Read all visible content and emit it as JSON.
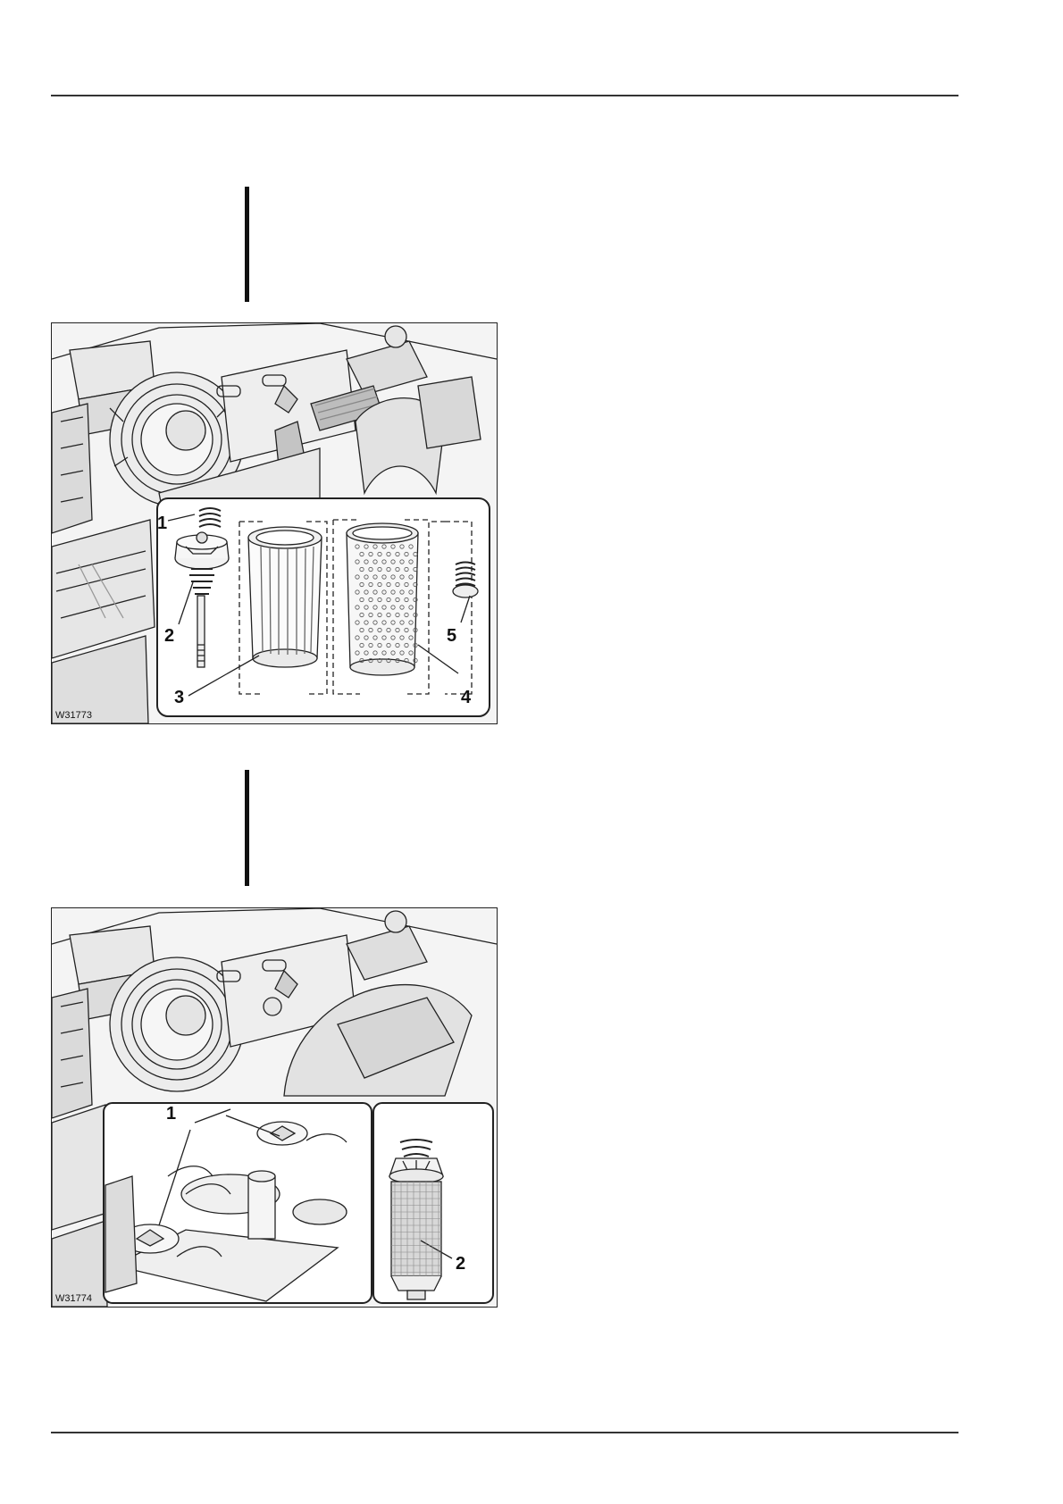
{
  "figures": [
    {
      "id": "W31773",
      "callouts": [
        "1",
        "2",
        "3",
        "4",
        "5"
      ]
    },
    {
      "id": "W31774",
      "callouts": [
        "1",
        "2"
      ]
    }
  ]
}
